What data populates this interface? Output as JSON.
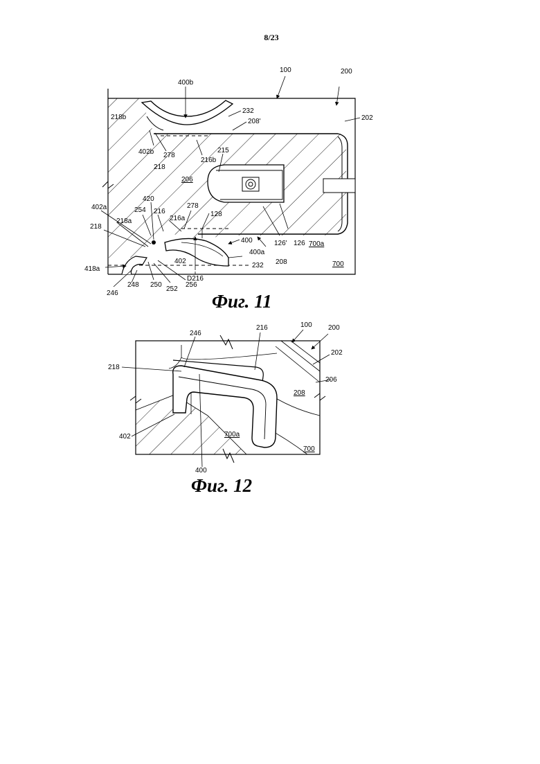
{
  "page": {
    "number": "8/23"
  },
  "figures": [
    {
      "caption": "Фиг. 11",
      "labels": {
        "l100": "100",
        "l200": "200",
        "l202": "202",
        "l400b": "400b",
        "l218b": "218b",
        "l232top": "232",
        "l208p": "208'",
        "l402b": "402b",
        "l278top": "278",
        "l218top": "218",
        "l216b": "216b",
        "l215": "215",
        "l206": "206",
        "l420": "420",
        "l254": "254",
        "l216": "216",
        "l278": "278",
        "l128": "128",
        "l402a": "402a",
        "l218": "218",
        "l218a": "218a",
        "l216a": "216a",
        "l400": "400",
        "l400a": "400a",
        "l126p": "126'",
        "l126": "126",
        "l700a": "700a",
        "l402": "402",
        "l232": "232",
        "l208": "208",
        "l700": "700",
        "l418a": "418a",
        "l246": "246",
        "l248": "248",
        "l250": "250",
        "l252": "252",
        "l256": "256",
        "lD216": "D216"
      }
    },
    {
      "caption": "Фиг. 12",
      "labels": {
        "l100": "100",
        "l200": "200",
        "l246": "246",
        "l216": "216",
        "l218": "218",
        "l202": "202",
        "l206": "206",
        "l208": "208",
        "l402": "402",
        "l700a": "700a",
        "l700": "700",
        "l400": "400"
      }
    }
  ]
}
